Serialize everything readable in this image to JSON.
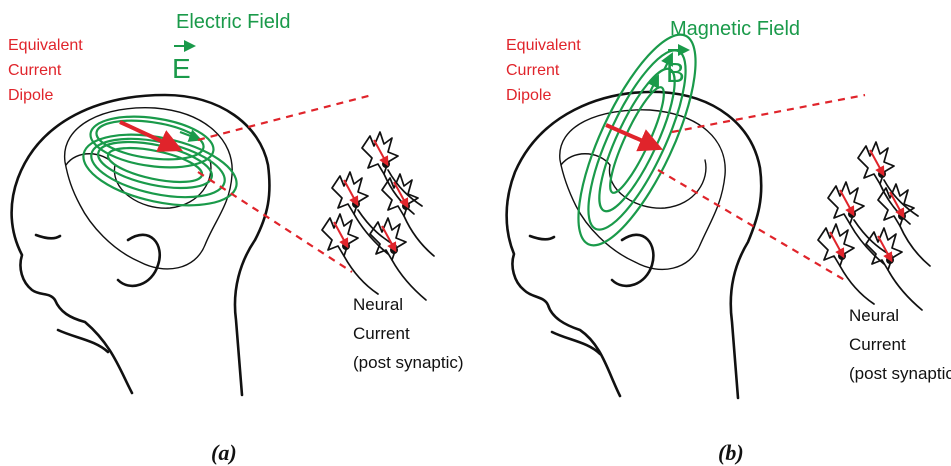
{
  "panel_a": {
    "dipole_label": [
      "Equivalent",
      "Current",
      "Dipole"
    ],
    "field_label": "Electric Field",
    "field_symbol": "E",
    "neural_label": [
      "Neural",
      "Current",
      "(post synaptic)"
    ],
    "caption": "(a)"
  },
  "panel_b": {
    "dipole_label": [
      "Equivalent",
      "Current",
      "Dipole"
    ],
    "field_label": "Magnetic Field",
    "field_symbol": "B",
    "neural_label": [
      "Neural",
      "Current",
      "(post synaptic)"
    ],
    "caption": "(b)"
  },
  "colors": {
    "dipole": "#e0242b",
    "field": "#1a9a4a",
    "outline": "#111111"
  }
}
